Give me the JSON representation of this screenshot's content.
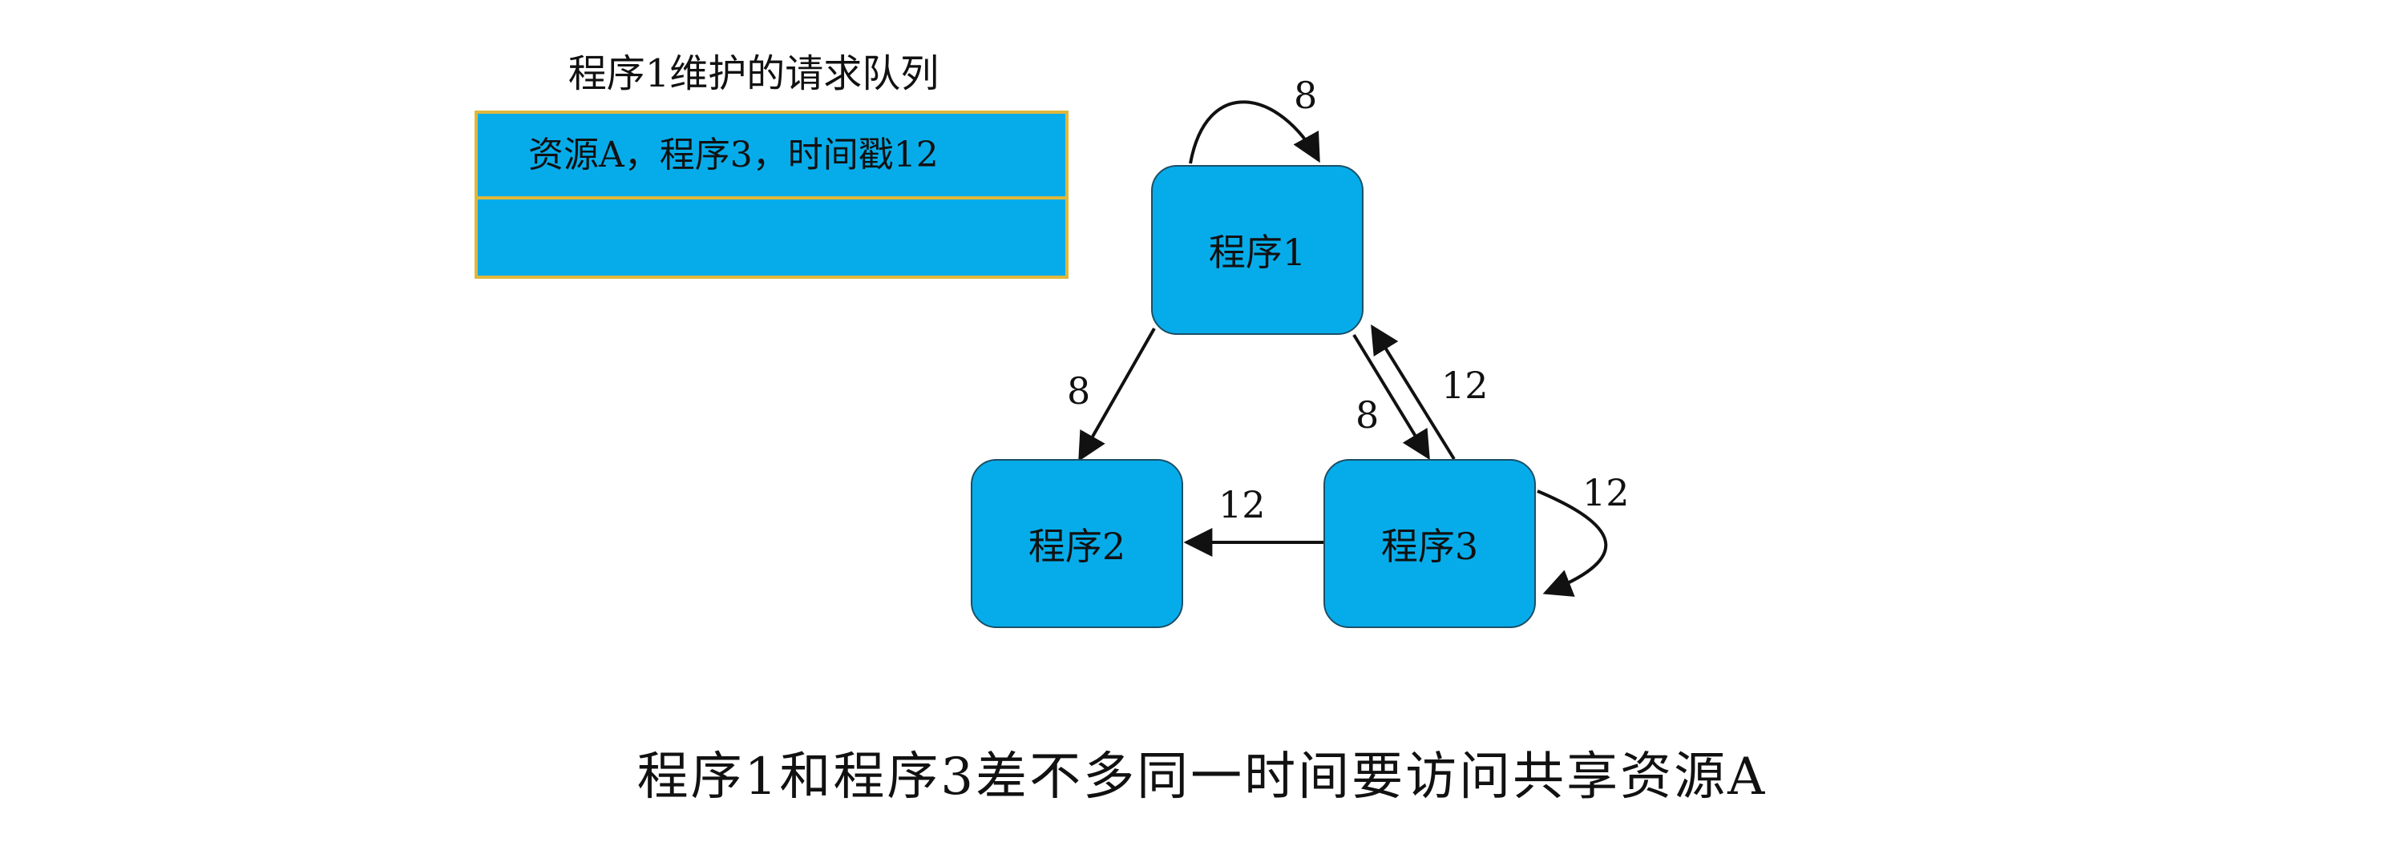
{
  "queue": {
    "title": "程序1维护的请求队列",
    "rows": [
      "资源A，程序3，时间戳12",
      ""
    ]
  },
  "nodes": {
    "p1": "程序1",
    "p2": "程序2",
    "p3": "程序3"
  },
  "edges": {
    "p1_self": "8",
    "p1_to_p2": "8",
    "p1_to_p3": "8",
    "p3_to_p1": "12",
    "p3_to_p2": "12",
    "p3_self": "12"
  },
  "caption": "程序1和程序3差不多同一时间要访问共享资源A"
}
